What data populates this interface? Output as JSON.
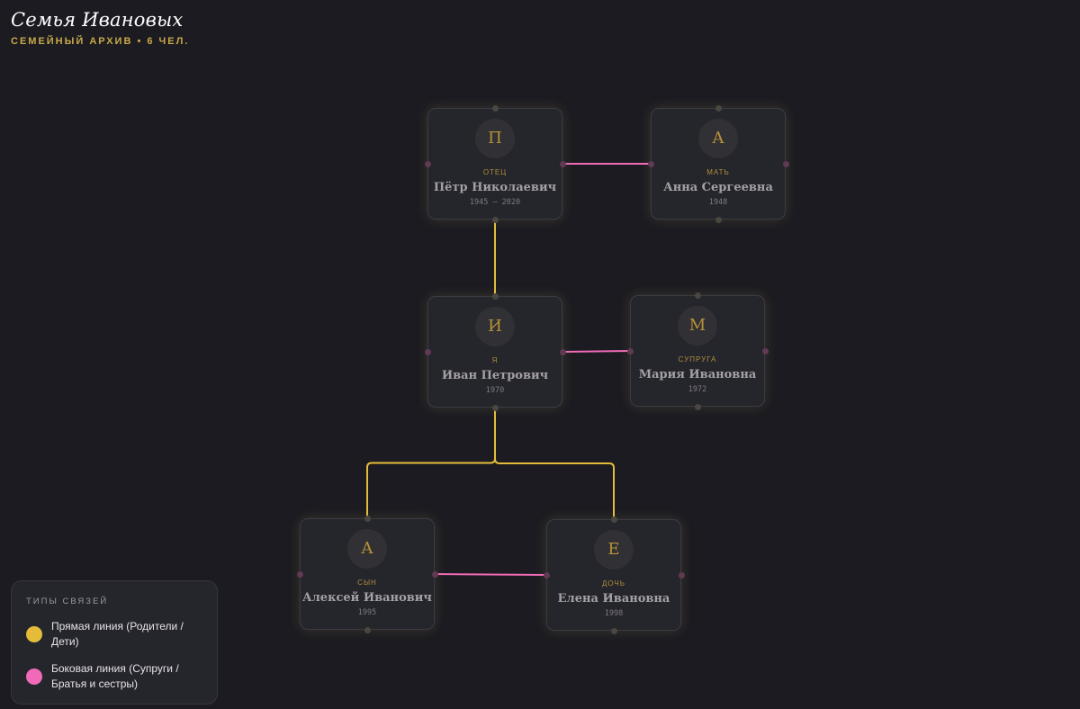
{
  "header": {
    "title": "Семья Ивановых",
    "subtitle": "СЕМЕЙНЫЙ АРХИВ • 6 ЧЕЛ."
  },
  "colors": {
    "direct_line": "#e5bc3a",
    "side_line": "#f06ab7",
    "accent": "#c9a94a"
  },
  "nodes": [
    {
      "id": "petr",
      "initial": "П",
      "role": "ОТЕЦ",
      "name": "Пётр Николаевич",
      "years": "1945 — 2020"
    },
    {
      "id": "anna",
      "initial": "А",
      "role": "МАТЬ",
      "name": "Анна Сергеевна",
      "years": "1948"
    },
    {
      "id": "ivan",
      "initial": "И",
      "role": "Я",
      "name": "Иван Петрович",
      "years": "1970"
    },
    {
      "id": "maria",
      "initial": "М",
      "role": "СУПРУГА",
      "name": "Мария Ивановна",
      "years": "1972"
    },
    {
      "id": "aleksey",
      "initial": "А",
      "role": "СЫН",
      "name": "Алексей Иванович",
      "years": "1995"
    },
    {
      "id": "elena",
      "initial": "Е",
      "role": "ДОЧЬ",
      "name": "Елена Ивановна",
      "years": "1998"
    }
  ],
  "edges": [
    {
      "from": "petr",
      "to": "anna",
      "type": "side"
    },
    {
      "from": "petr",
      "to": "ivan",
      "type": "direct"
    },
    {
      "from": "ivan",
      "to": "maria",
      "type": "side"
    },
    {
      "from": "ivan",
      "to": "aleksey",
      "type": "direct"
    },
    {
      "from": "ivan",
      "to": "elena",
      "type": "direct"
    },
    {
      "from": "aleksey",
      "to": "elena",
      "type": "side"
    }
  ],
  "legend": {
    "title": "ТИПЫ СВЯЗЕЙ",
    "items": [
      {
        "label": "Прямая линия (Родители / Дети)",
        "color": "#e5bc3a"
      },
      {
        "label": "Боковая линия (Супруги / Братья и сестры)",
        "color": "#f06ab7"
      }
    ]
  }
}
